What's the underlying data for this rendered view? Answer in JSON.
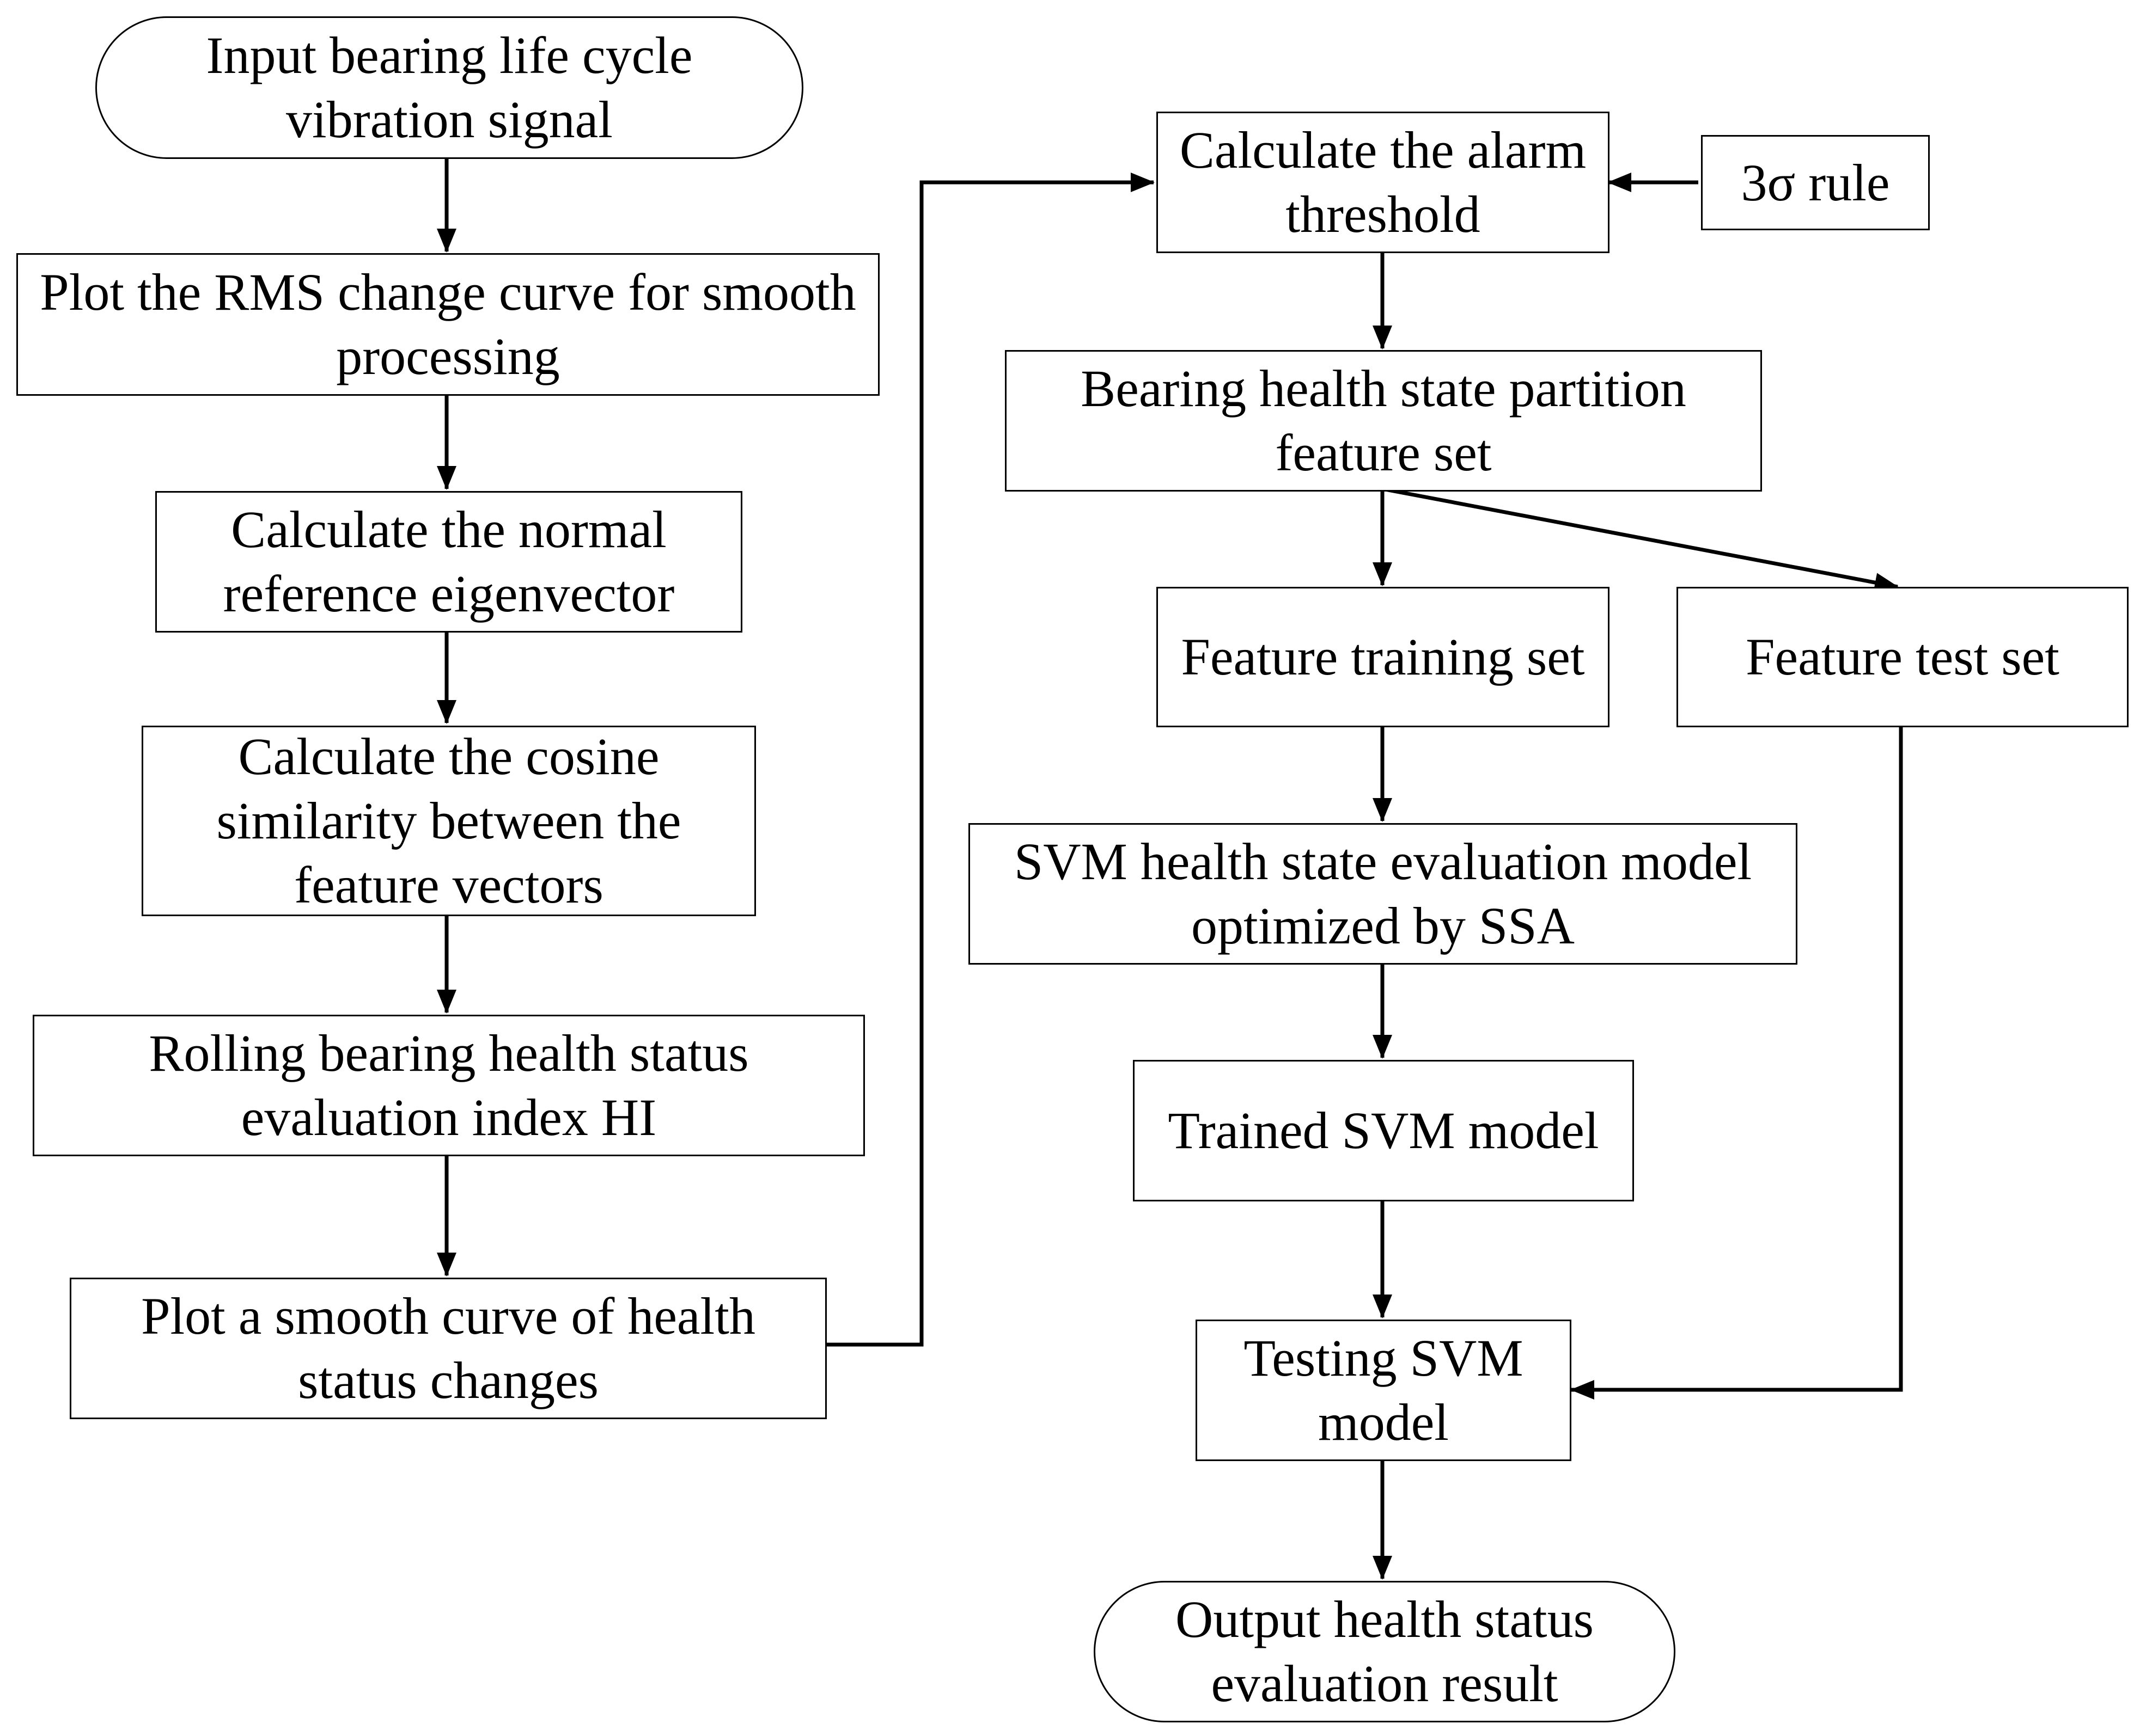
{
  "nodes": {
    "input": "Input bearing life cycle vibration signal",
    "plot_rms": "Plot the RMS change curve for smooth processing",
    "normal_ref": "Calculate the normal reference eigenvector",
    "cosine": "Calculate the cosine similarity between the feature vectors",
    "hi_index": "Rolling bearing health status evaluation index HI",
    "smooth_curve": "Plot a smooth curve of health status changes",
    "alarm_threshold": "Calculate the alarm threshold",
    "three_sigma": "3σ rule",
    "partition": "Bearing health state partition feature set",
    "training_set": "Feature training set",
    "test_set": "Feature test set",
    "svm_ssa": "SVM health state evaluation model optimized by SSA",
    "trained_svm": "Trained SVM model",
    "testing_svm": "Testing SVM model",
    "output": "Output health status evaluation result"
  },
  "style": {
    "stroke_color": "#000000",
    "fill_color": "#ffffff",
    "text_color": "#000000"
  }
}
